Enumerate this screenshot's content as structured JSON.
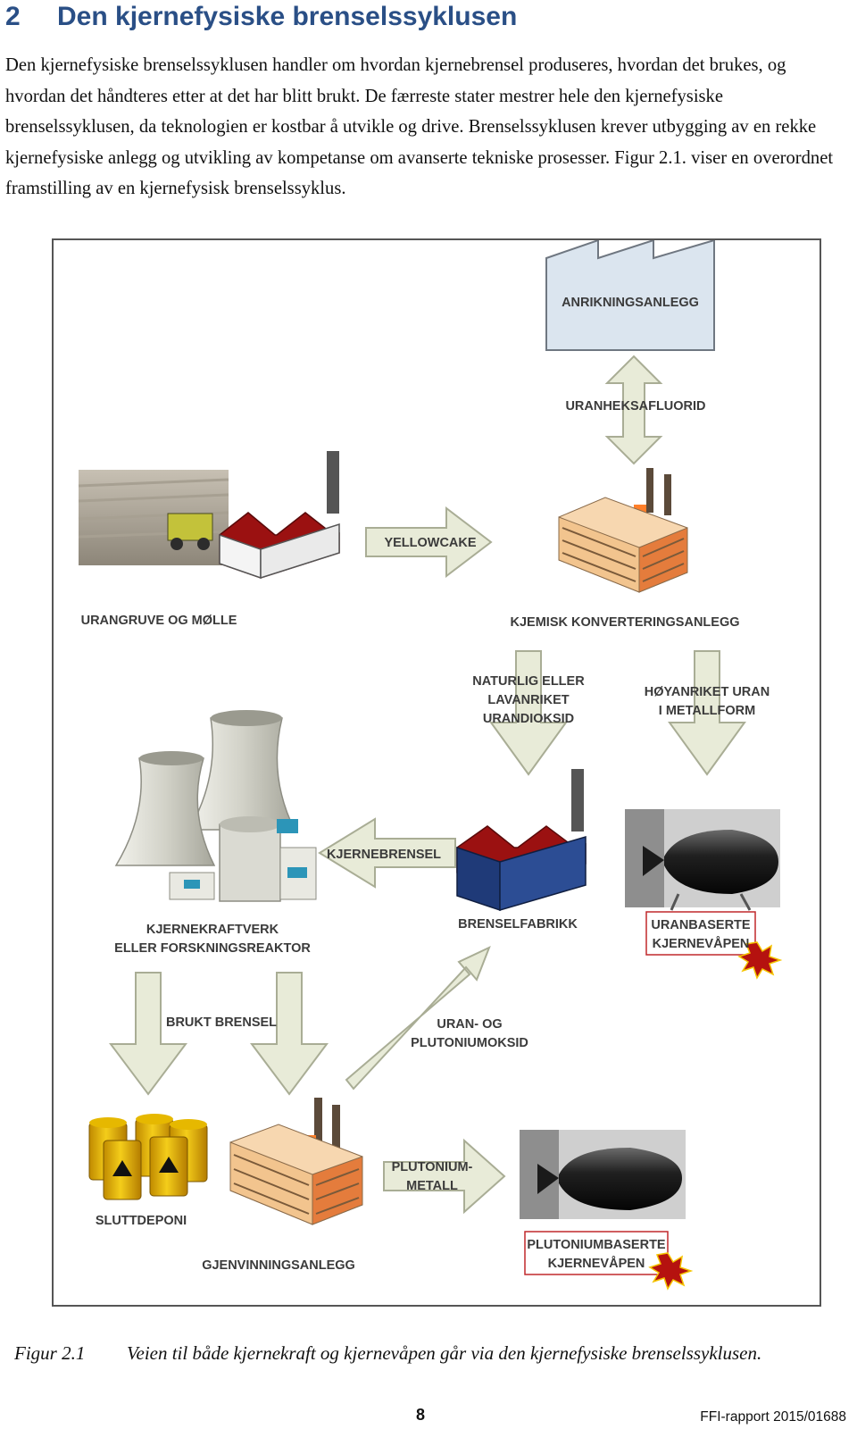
{
  "section": {
    "number": "2",
    "title": "Den kjernefysiske brenselssyklusen"
  },
  "intro": "Den kjernefysiske brenselssyklusen handler om hvordan kjernebrensel produseres, hvordan det brukes, og hvordan det håndteres etter at det har blitt brukt. De færreste stater mestrer hele den kjernefysiske brenselssyklusen, da teknologien er kostbar å utvikle og drive. Brenselssyklusen krever utbygging av en rekke kjernefysiske anlegg og utvikling av kompetanse om avanserte tekniske prosesser. Figur 2.1. viser en overordnet framstilling av en kjernefysisk brenselssyklus.",
  "diagram": {
    "enrichment_plant": "ANRIKNINGSANLEGG",
    "uf6": "URANHEKSAFLUORID",
    "yellowcake": "YELLOWCAKE",
    "mine_mill": "URANGRUVE OG MØLLE",
    "conversion_plant": "KJEMISK KONVERTERINGSANLEGG",
    "natural_uo2": [
      "NATURLIG ELLER",
      "LAVANRIKET",
      "URANDIOKSID"
    ],
    "heu_metal": [
      "HØYANRIKET URAN",
      "I METALLFORM"
    ],
    "fuel": "KJERNEBRENSEL",
    "power_plant": [
      "KJERNEKRAFTVERK",
      "ELLER FORSKNINGSREAKTOR"
    ],
    "fuel_factory": "BRENSELFABRIKK",
    "uranium_weapons": [
      "URANBASERTE",
      "KJERNEVÅPEN"
    ],
    "spent_fuel": "BRUKT BRENSEL",
    "mox": [
      "URAN- OG",
      "PLUTONIUMOKSID"
    ],
    "repository": "SLUTTDEPONI",
    "plutonium_metal": [
      "PLUTONIUM-",
      "METALL"
    ],
    "reprocessing": "GJENVINNINGSANLEGG",
    "plutonium_weapons": [
      "PLUTONIUMBASERTE",
      "KJERNEVÅPEN"
    ]
  },
  "caption": {
    "label": "Figur 2.1",
    "text": "Veien til både kjernekraft og kjernevåpen går via den kjernefysiske brenselssyklusen."
  },
  "footer": {
    "page": "8",
    "report": "FFI-rapport 2015/01688"
  },
  "colors": {
    "heading": "#2a4f86",
    "arrow_fill": "#e8ebd8",
    "arrow_stroke": "#a9ad95",
    "roof_red": "#9b1111",
    "weapon_label_border": "#c0282c"
  }
}
